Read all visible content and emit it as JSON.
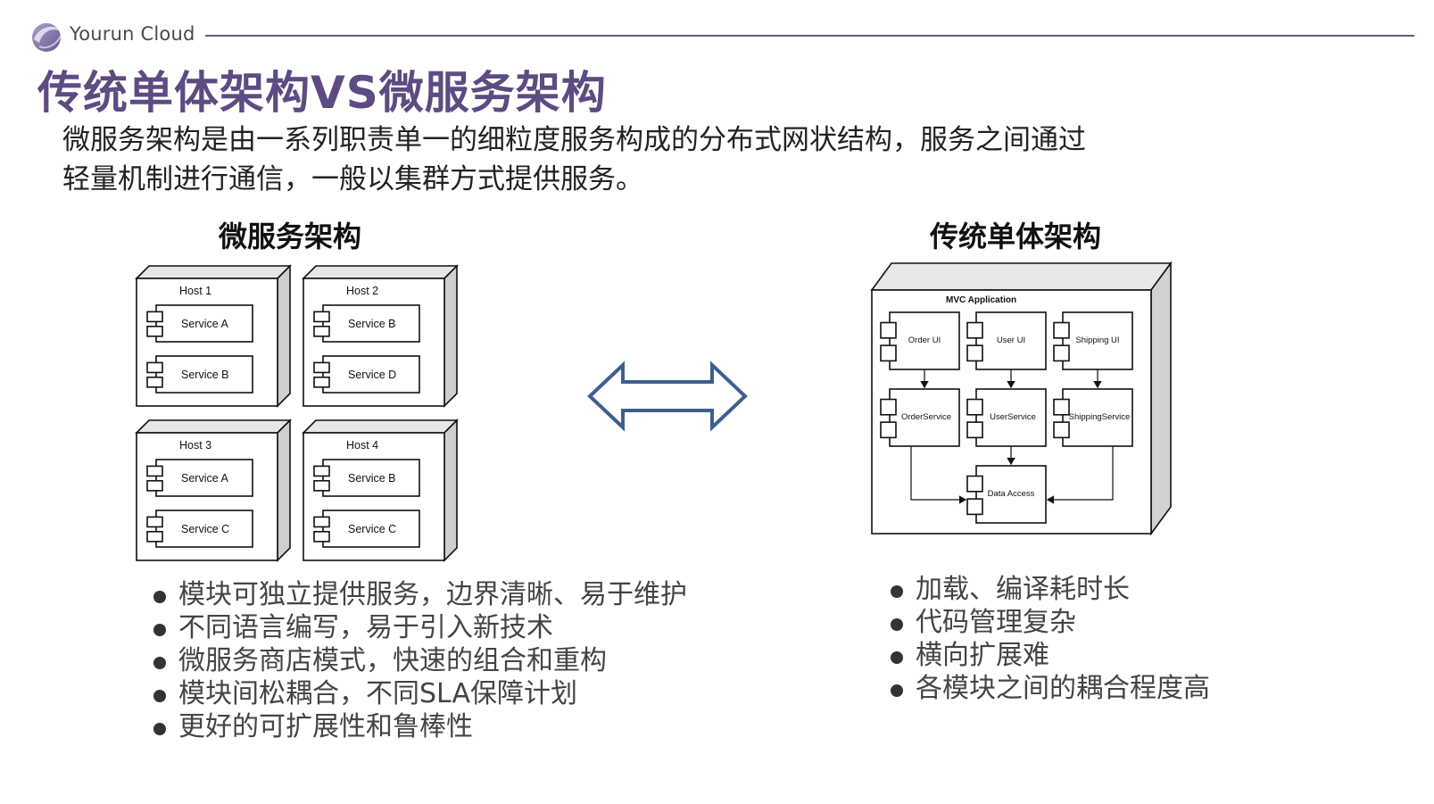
{
  "brand": {
    "name": "Yourun Cloud",
    "logo_icon": "logo-swirl-icon",
    "accent": "#5d4b82"
  },
  "page_title": "传统单体架构VS微服务架构",
  "intro": {
    "line1": "微服务架构是由一系列职责单一的细粒度服务构成的分布式网状结构，服务之间通过",
    "line2": "轻量机制进行通信，一般以集群方式提供服务。"
  },
  "microservice": {
    "title": "微服务架构",
    "hosts": [
      {
        "label": "Host 1",
        "services": [
          "Service A",
          "Service B"
        ]
      },
      {
        "label": "Host 2",
        "services": [
          "Service B",
          "Service D"
        ]
      },
      {
        "label": "Host 3",
        "services": [
          "Service A",
          "Service C"
        ]
      },
      {
        "label": "Host 4",
        "services": [
          "Service B",
          "Service C"
        ]
      }
    ],
    "bullets": [
      "模块可独立提供服务，边界清晰、易于维护",
      "不同语言编写，易于引入新技术",
      "微服务商店模式，快速的组合和重构",
      "模块间松耦合，不同SLA保障计划",
      "更好的可扩展性和鲁棒性"
    ]
  },
  "compare_arrow": {
    "icon": "double-arrow-icon",
    "color": "#3d5f8f"
  },
  "monolith": {
    "title": "传统单体架构",
    "app_label": "MVC Application",
    "ui_components": [
      "Order UI",
      "User UI",
      "Shipping UI"
    ],
    "service_components": [
      "OrderService",
      "UserService",
      "ShippingService"
    ],
    "data_component": "Data Access",
    "bullets": [
      "加载、编译耗时长",
      "代码管理复杂",
      "横向扩展难",
      "各模块之间的耦合程度高"
    ]
  }
}
